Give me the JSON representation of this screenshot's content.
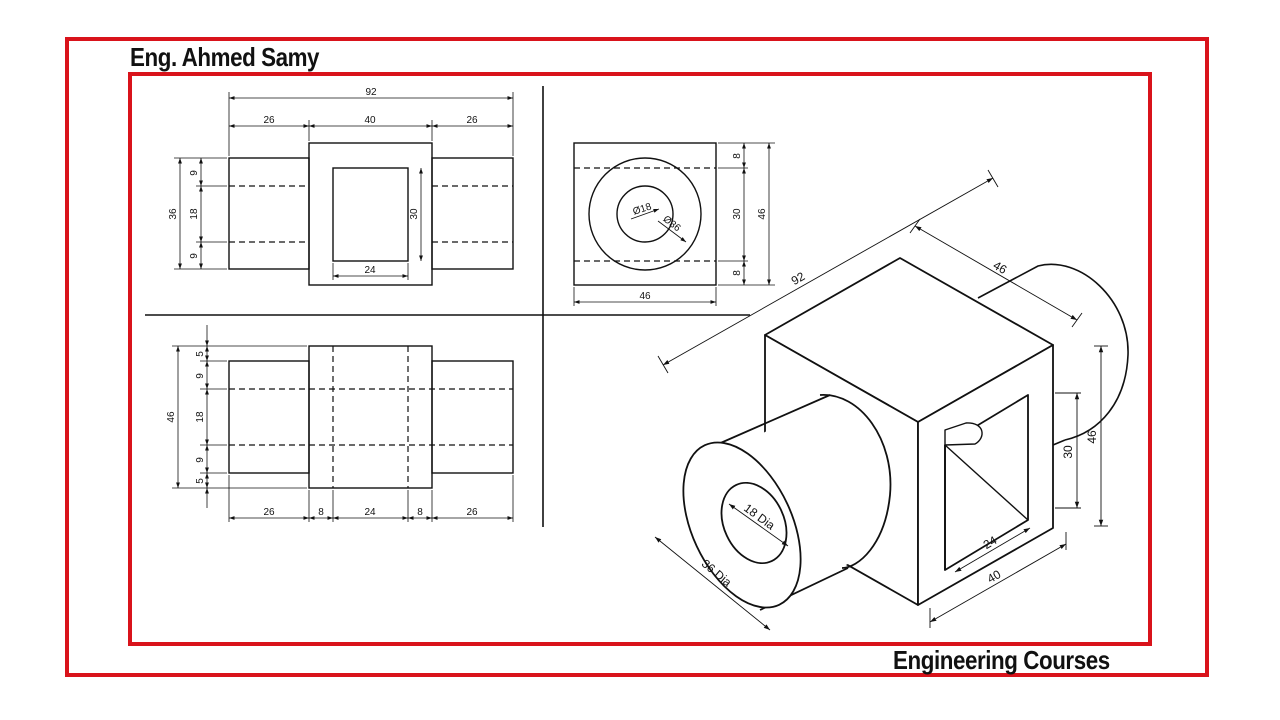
{
  "header": {
    "author": "Eng. Ahmed Samy"
  },
  "footer": {
    "label": "Engineering Courses"
  },
  "colors": {
    "frame": "#d9131b",
    "ink": "#111111"
  },
  "front_view": {
    "overall": "92",
    "left": "26",
    "middle": "40",
    "right": "26",
    "height": "36",
    "top_offset": "9",
    "bore": "18",
    "bottom_offset": "9",
    "window_height": "30",
    "window_width": "24"
  },
  "side_view": {
    "bore_dia": "Ø18",
    "outer_dia": "Ø36",
    "top": "8",
    "middle": "30",
    "bottom": "8",
    "height": "46",
    "width": "46"
  },
  "top_view": {
    "offset_a": "5",
    "offset_b": "9",
    "bore": "18",
    "offset_c": "9",
    "offset_d": "5",
    "height": "46",
    "left": "26",
    "wall_left": "8",
    "middle": "24",
    "wall_right": "8",
    "right": "26"
  },
  "isometric": {
    "overall": "92",
    "depth": "46",
    "bore_dia": "18 Dia",
    "outer_dia": "36 Dia",
    "window_height": "30",
    "height": "46",
    "window_width": "24",
    "width": "40"
  }
}
